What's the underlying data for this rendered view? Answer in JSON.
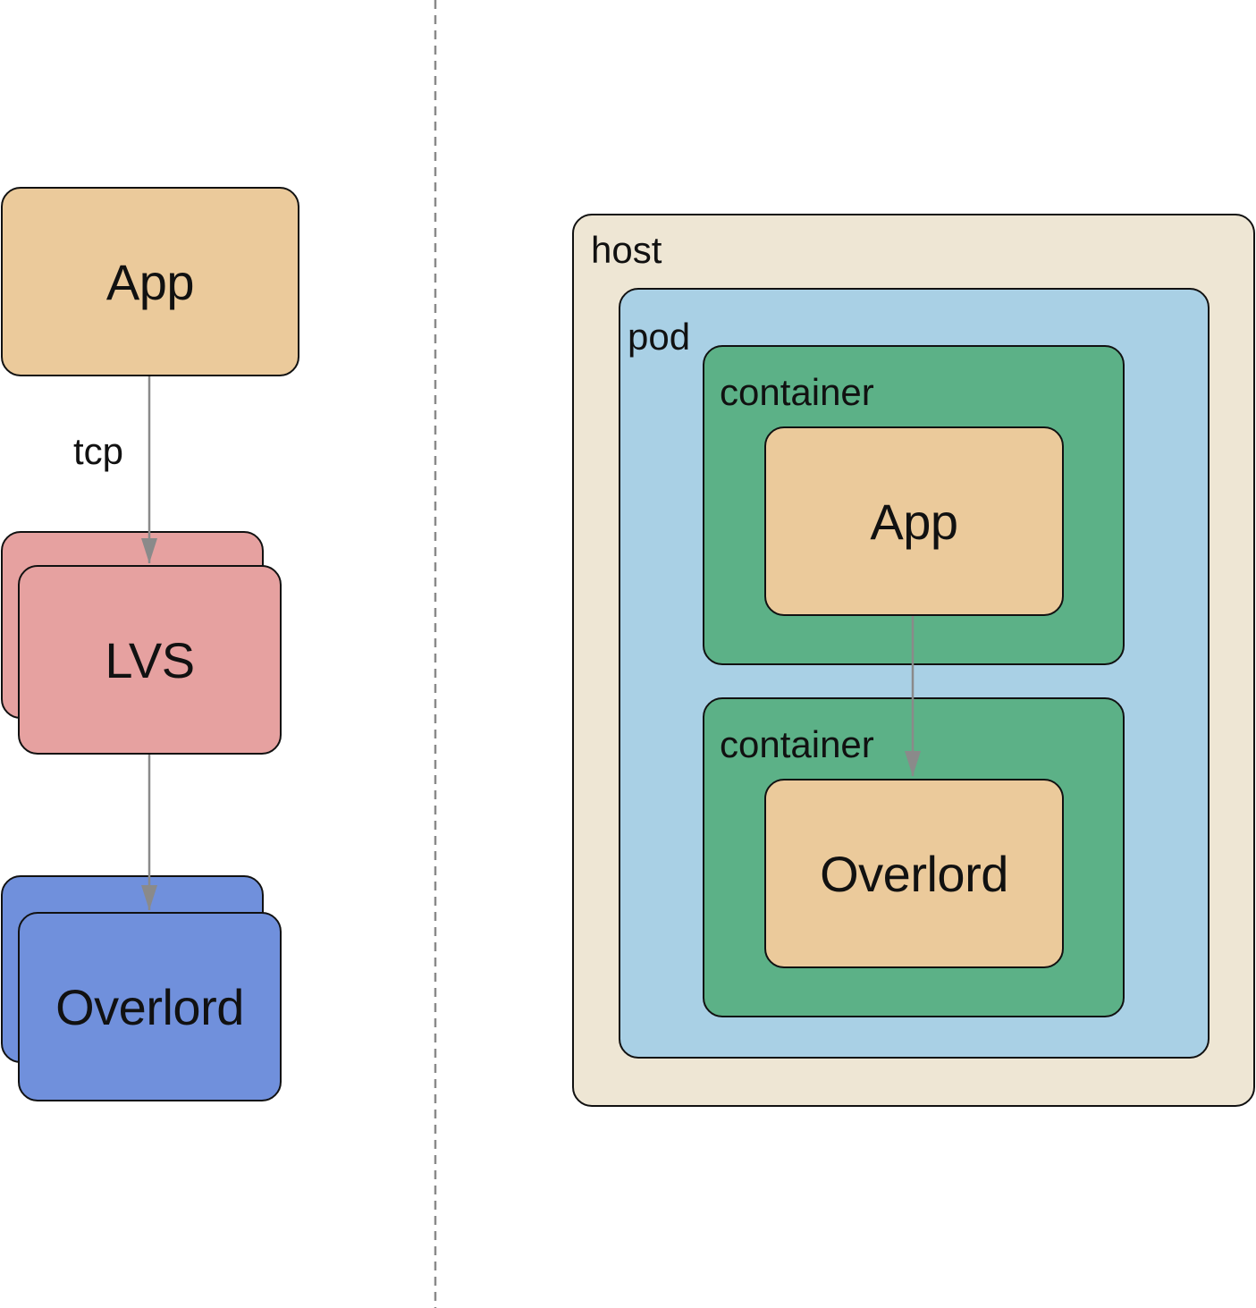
{
  "left": {
    "app": {
      "label": "App",
      "color": "#EBCA9B"
    },
    "edge_label": "tcp",
    "lvs": {
      "label": "LVS",
      "color": "#E6A1A0"
    },
    "overlord": {
      "label": "Overlord",
      "color": "#7090DC"
    }
  },
  "right": {
    "host": {
      "label": "host",
      "color": "#EEE6D4"
    },
    "pod": {
      "label": "pod",
      "color": "#A9D0E5"
    },
    "container_1": {
      "label": "container",
      "color": "#5CB187",
      "inner": {
        "label": "App",
        "color": "#EBCA9B"
      }
    },
    "container_2": {
      "label": "container",
      "color": "#5CB187",
      "inner": {
        "label": "Overlord",
        "color": "#EBCA9B"
      }
    }
  },
  "colors": {
    "arrow": "#8A8A8A",
    "divider": "#8A8A8A",
    "stroke": "#111111"
  }
}
